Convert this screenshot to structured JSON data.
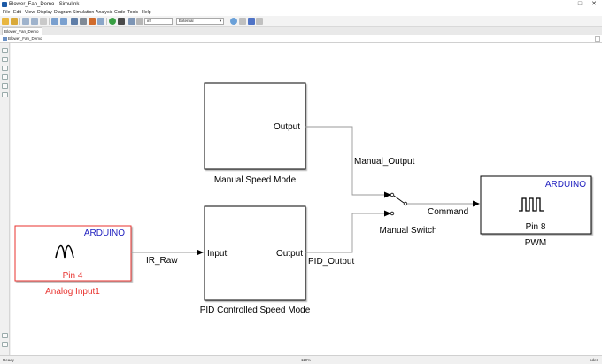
{
  "window": {
    "title": "Blower_Fan_Demo - Simulink"
  },
  "menu": [
    "File",
    "Edit",
    "View",
    "Display",
    "Diagram",
    "Simulation",
    "Analysis",
    "Code",
    "Tools",
    "Help"
  ],
  "toolbar": {
    "stop_time": "inf",
    "sim_mode": "External"
  },
  "tab": {
    "label": "Blower_Fan_Demo"
  },
  "address": {
    "path": "Blower_Fan_Demo"
  },
  "blocks": {
    "manual_speed": {
      "name": "Manual Speed Mode",
      "port_out": "Output"
    },
    "pid_speed": {
      "name": "PID Controlled Speed Mode",
      "port_in": "Input",
      "port_out": "Output"
    },
    "analog_input": {
      "brand": "ARDUINO",
      "pin": "Pin 4",
      "name": "Analog Input1"
    },
    "pwm": {
      "brand": "ARDUINO",
      "pin": "Pin 8",
      "name": "PWM"
    },
    "switch": {
      "name": "Manual Switch"
    }
  },
  "signals": {
    "ir_raw": "IR_Raw",
    "manual_output": "Manual_Output",
    "pid_output": "PID_Output",
    "command": "Command"
  },
  "status": {
    "left": "Ready",
    "zoom": "110%",
    "solver": "ode3"
  },
  "colors": {
    "canvas": "#ffffff",
    "arduino_blue": "#1f1fbf",
    "analog_red": "#e8332f"
  }
}
